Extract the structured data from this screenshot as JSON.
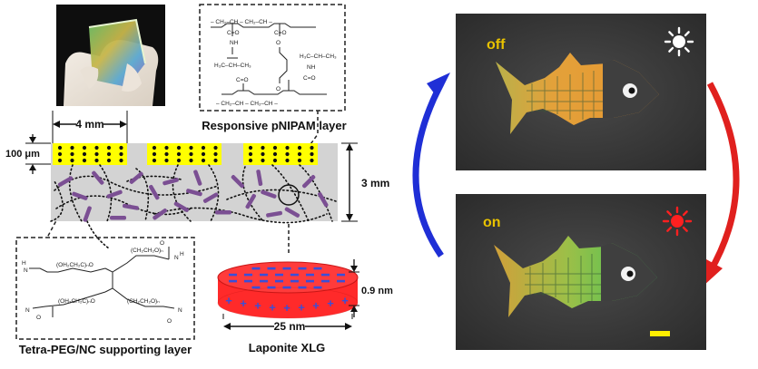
{
  "left_panel": {
    "pnipam_label": "Responsive pNIPAM layer",
    "support_label": "Tetra-PEG/NC supporting layer",
    "laponite_label": "Laponite XLG",
    "dim_width": "4 mm",
    "dim_top_thickness": "100 μm",
    "dim_total_thickness": "3 mm",
    "dim_disc_thickness": "0.9 nm",
    "dim_disc_diameter": "25 nm"
  },
  "right_panel": {
    "top_state": "off",
    "bottom_state": "on"
  },
  "colors": {
    "yellow_layer": "#ffff00",
    "gel_fill": "#d3d3d3",
    "nanosheet": "#7b4f93",
    "disc_red": "#ff2a2a",
    "disc_blue": "#3a4fd8",
    "arrow_blue": "#1f2fd6",
    "arrow_red": "#e0201e",
    "state_label": "#e8c200",
    "sun_off": "#ffffff",
    "sun_on": "#ff2020",
    "photo_bg": "#3c3c3c",
    "fish_orange": "#e8a23a",
    "fish_green": "#3fbf5f",
    "fish_head": "#3d3d3d",
    "scale_bar": "#ffee00"
  },
  "icons": [
    "sun-icon-off",
    "sun-icon-on",
    "cycle-arrow-blue",
    "cycle-arrow-red"
  ]
}
